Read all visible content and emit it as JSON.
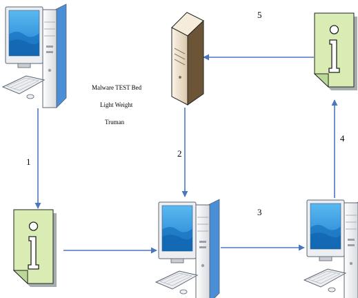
{
  "caption": {
    "line1": "Malware TEST Bed",
    "line2": "Light Weight",
    "line3": "Truman"
  },
  "steps": {
    "s1": "1",
    "s2": "2",
    "s3": "3",
    "s4": "4",
    "s5": "5"
  },
  "icons": {
    "computer": "computer-icon",
    "server": "server-icon",
    "document": "info-document-icon"
  },
  "colors": {
    "arrow": "#4a76c0",
    "screen": "#2a8fd8",
    "document": "#d8ecb4",
    "tower": "#e9eaec"
  }
}
